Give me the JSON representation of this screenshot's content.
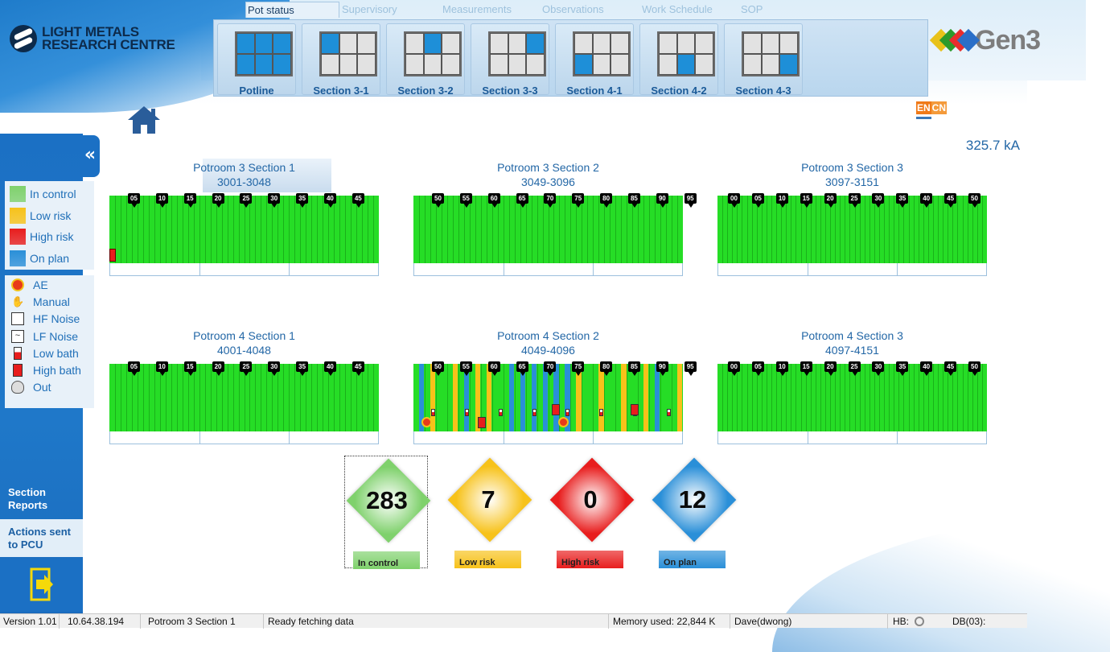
{
  "header": {
    "logo_line1": "LIGHT METALS",
    "logo_line2": "RESEARCH CENTRE",
    "brand": "Gen3",
    "lang_en": "EN",
    "lang_cn": "CN",
    "line_current": "325.7 kA"
  },
  "tabs": [
    {
      "label": "Pot status",
      "active": true
    },
    {
      "label": "Supervisory",
      "active": false
    },
    {
      "label": "Measurements",
      "active": false
    },
    {
      "label": "Observations",
      "active": false
    },
    {
      "label": "Work Schedule",
      "active": false
    },
    {
      "label": "SOP",
      "active": false
    }
  ],
  "section_tiles": [
    {
      "label": "Potline",
      "highlight": [
        0,
        1,
        2,
        3,
        4,
        5
      ]
    },
    {
      "label": "Section 3-1",
      "highlight": [
        0
      ]
    },
    {
      "label": "Section 3-2",
      "highlight": [
        1
      ]
    },
    {
      "label": "Section 3-3",
      "highlight": [
        2
      ]
    },
    {
      "label": "Section 4-1",
      "highlight": [
        3
      ]
    },
    {
      "label": "Section 4-2",
      "highlight": [
        4
      ]
    },
    {
      "label": "Section 4-3",
      "highlight": [
        5
      ]
    }
  ],
  "colors": {
    "in_control": "#26dd26",
    "low_risk": "#f7c21a",
    "high_risk": "#e81d1d",
    "on_plan": "#2a8fd8",
    "accent": "#1b70c4"
  },
  "legend_status": [
    {
      "label": "In control",
      "color": "#7fd16c"
    },
    {
      "label": "Low risk",
      "color": "#f7c21a"
    },
    {
      "label": "High risk",
      "color": "#e81d1d"
    },
    {
      "label": "On plan",
      "color": "#2a8fd8"
    }
  ],
  "legend_events": [
    {
      "label": "AE",
      "icon": "ae-icon"
    },
    {
      "label": "Manual",
      "icon": "manual-hand-icon"
    },
    {
      "label": "HF Noise",
      "icon": "hf-noise-icon"
    },
    {
      "label": "LF Noise",
      "icon": "lf-noise-icon"
    },
    {
      "label": "Low bath",
      "icon": "low-bath-icon"
    },
    {
      "label": "High bath",
      "icon": "high-bath-icon"
    },
    {
      "label": "Out",
      "icon": "skull-icon"
    }
  ],
  "sidebar": {
    "section_reports": "Section Reports",
    "actions_sent": "Actions sent to PCU"
  },
  "sections": [
    {
      "name": "Potroom 3 Section 1",
      "range": "3001-3048",
      "markers": [
        "05",
        "10",
        "15",
        "20",
        "25",
        "30",
        "35",
        "40",
        "45"
      ],
      "pots": 48
    },
    {
      "name": "Potroom 3 Section 2",
      "range": "3049-3096",
      "markers": [
        "50",
        "55",
        "60",
        "65",
        "70",
        "75",
        "80",
        "85",
        "90",
        "95"
      ],
      "pots": 48
    },
    {
      "name": "Potroom 3 Section 3",
      "range": "3097-3151",
      "markers": [
        "00",
        "05",
        "10",
        "15",
        "20",
        "25",
        "30",
        "35",
        "40",
        "45",
        "50"
      ],
      "pots": 55
    },
    {
      "name": "Potroom 4 Section 1",
      "range": "4001-4048",
      "markers": [
        "05",
        "10",
        "15",
        "20",
        "25",
        "30",
        "35",
        "40",
        "45"
      ],
      "pots": 48
    },
    {
      "name": "Potroom 4 Section 2",
      "range": "4049-4096",
      "markers": [
        "50",
        "55",
        "60",
        "65",
        "70",
        "75",
        "80",
        "85",
        "90",
        "95"
      ],
      "pots": 48
    },
    {
      "name": "Potroom 4 Section 3",
      "range": "4097-4151",
      "markers": [
        "00",
        "05",
        "10",
        "15",
        "20",
        "25",
        "30",
        "35",
        "40",
        "45",
        "50"
      ],
      "pots": 55
    }
  ],
  "summary": [
    {
      "value": "283",
      "label": "In control",
      "color": "#7fd16c"
    },
    {
      "value": "7",
      "label": "Low risk",
      "color": "#f7c21a"
    },
    {
      "value": "0",
      "label": "High risk",
      "color": "#e81d1d"
    },
    {
      "value": "12",
      "label": "On plan",
      "color": "#2a8fd8"
    }
  ],
  "statusbar": {
    "version": "Version 1.01",
    "ip": "10.64.38.194",
    "section": "Potroom 3 Section 1",
    "status": "Ready fetching data",
    "memory": "Memory used: 22,844 K",
    "user": "Dave(dwong)",
    "hb": "HB:",
    "db": "DB(03):"
  }
}
